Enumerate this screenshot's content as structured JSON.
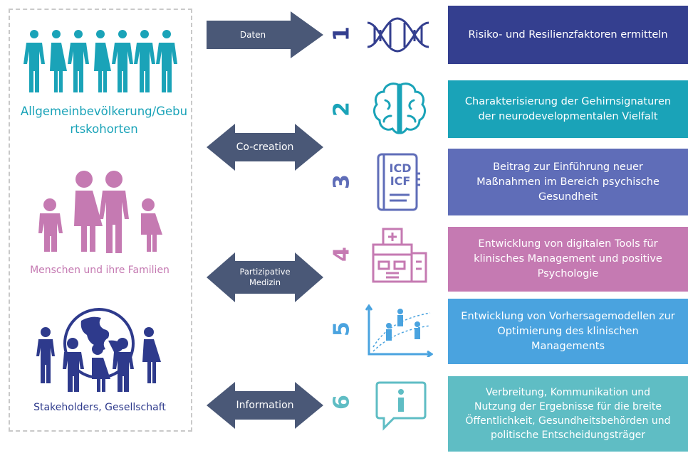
{
  "groups": {
    "general_population": "Allgemeinbevölkerung/Geburtskohorten",
    "families": "Menschen und ihre Familien",
    "society": "Stakeholders, Gesellschaft"
  },
  "arrows": {
    "data": "Daten",
    "cocreation": "Co-creation",
    "participative": "Partizipative\nMedizin",
    "information": "Information"
  },
  "steps": [
    {
      "number": "1",
      "text": "Risiko- und Resilienzfaktoren ermitteln",
      "color": "#343f8f",
      "icon": "dna-icon"
    },
    {
      "number": "2",
      "text": "Charakterisierung der Gehirnsignaturen\nder neurodevelopmentalen Vielfalt",
      "color": "#1aa3b8",
      "icon": "brain-icon"
    },
    {
      "number": "3",
      "text": "Beitrag zur Einführung neuer\nMaßnahmen im Bereich psychische\nGesundheit",
      "color": "#5f6db8",
      "icon": "icd-icf-book-icon"
    },
    {
      "number": "4",
      "text": "Entwicklung von digitalen Tools für\nklinisches Management und positive\nPsychologie",
      "color": "#c57ab2",
      "icon": "hospital-icon"
    },
    {
      "number": "5",
      "text": "Entwicklung von Vorhersagemodellen zur\nOptimierung des klinischen\nManagements",
      "color": "#4aa3df",
      "icon": "prediction-chart-icon"
    },
    {
      "number": "6",
      "text": "Verbreitung, Kommunikation und\nNutzung der Ergebnisse für die breite\nÖffentlichkeit, Gesundheitsbehörden und\npolitische Entscheidungsträger",
      "color": "#5fbdc4",
      "icon": "info-bubble-icon"
    }
  ],
  "icon_texts": {
    "icd": "ICD",
    "icf": "ICF"
  },
  "colors": {
    "navy": "#343f8f",
    "teal": "#1aa3b8",
    "pink": "#c57ab2",
    "slate": "#4a5877",
    "blue": "#4aa3df"
  }
}
